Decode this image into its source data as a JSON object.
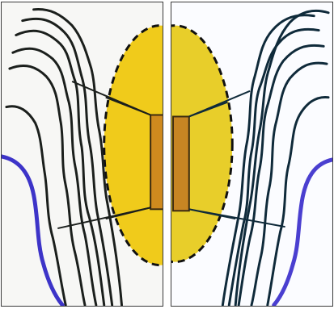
{
  "figure": {
    "panels": [
      {
        "side": "left",
        "ellipse_fill": "#f0cb1b",
        "bar_fill": "#cf8a1e",
        "tissue_lines_color": "#1b1f1c",
        "contour_color": "#3d34c8"
      },
      {
        "side": "right",
        "ellipse_fill": "#e8ce2a",
        "bar_fill": "#c78523",
        "tissue_lines_color": "#0f2a3a",
        "contour_color": "#4a3fd0"
      }
    ],
    "icons": [
      "ellipse-region",
      "vertical-bar",
      "wavy-fiber-lines",
      "contour-curve"
    ]
  }
}
